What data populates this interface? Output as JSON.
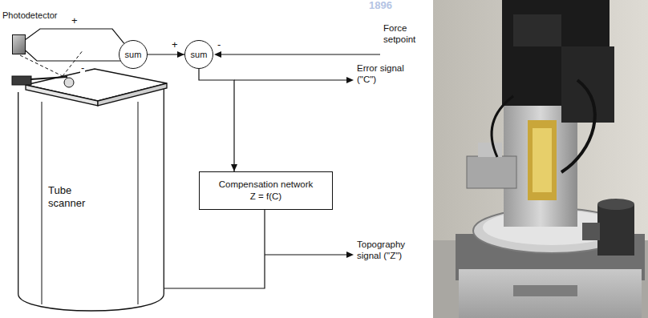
{
  "diagram": {
    "nodes": [
      {
        "text": [
          "Photodetector"
        ]
      },
      {
        "text": [
          "sum"
        ]
      },
      {
        "text": [
          "sum"
        ]
      },
      {
        "text": [
          "Compensation network",
          "Z = f(C)"
        ]
      },
      {
        "text": [
          "Tube scanner"
        ]
      }
    ],
    "edges": [
      {
        "from": 0,
        "to": 1,
        "label": "+",
        "arrow": "none"
      },
      {
        "from": 0,
        "to": 1,
        "label": "-",
        "arrow": "none"
      },
      {
        "from": 1,
        "to": 2,
        "arrow": "to"
      },
      {
        "from": 2,
        "to": 3,
        "arrow": "to"
      },
      {
        "from": 3,
        "to": 4,
        "arrow": "none"
      }
    ],
    "labels": [
      "1896",
      "+",
      "-",
      "Force setpoint",
      "Error signal (\"C\")",
      "Topography signal (\"Z\")"
    ]
  }
}
